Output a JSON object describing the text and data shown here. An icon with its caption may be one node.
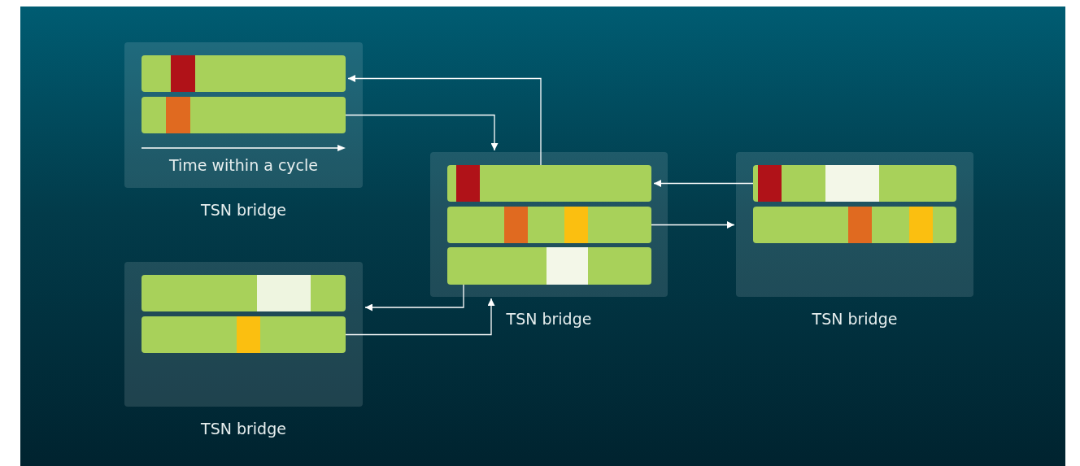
{
  "diagram": {
    "nodes": [
      {
        "text": [
          "Time within a cycle"
        ],
        "beside": [
          "TSN bridge"
        ]
      },
      {
        "text": [],
        "shape": "bar",
        "in": 0
      },
      {
        "text": [],
        "shape": "bar",
        "in": 0
      },
      {
        "text": [],
        "shape": "box",
        "beside": [
          "TSN bridge"
        ]
      },
      {
        "text": [],
        "shape": "bar",
        "in": 3
      },
      {
        "text": [],
        "shape": "bar",
        "in": 3
      },
      {
        "text": [],
        "shape": "bar",
        "in": 3
      },
      {
        "text": [],
        "shape": "box",
        "beside": [
          "TSN bridge"
        ]
      },
      {
        "text": [],
        "shape": "bar",
        "in": 7
      },
      {
        "text": [],
        "shape": "bar",
        "in": 7
      },
      {
        "text": [],
        "shape": "box",
        "beside": [
          "TSN bridge"
        ]
      },
      {
        "text": [],
        "shape": "bar",
        "in": 10
      },
      {
        "text": [],
        "shape": "bar",
        "in": 10
      }
    ],
    "edges": [
      {
        "from": 4,
        "to": 1,
        "arrow": "to"
      },
      {
        "from": 2,
        "to": 3,
        "arrow": "to"
      },
      {
        "from": 8,
        "to": 4,
        "arrow": "to"
      },
      {
        "from": 5,
        "to": 7,
        "arrow": "to"
      },
      {
        "from": 6,
        "to": 10,
        "arrow": "to"
      },
      {
        "from": 12,
        "to": 3,
        "arrow": "to"
      }
    ]
  }
}
